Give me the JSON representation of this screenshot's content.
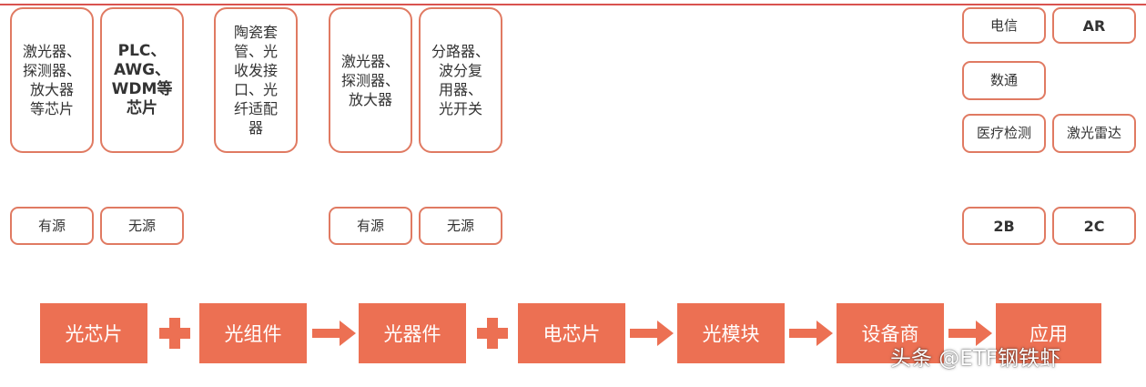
{
  "categories": {
    "optical_chip_types": "激光器、\n探测器、\n放大器\n等芯片",
    "passive_chip_types": "PLC、\nAWG、\nWDM等\n芯片",
    "component_types": "陶瓷套\n管、光\n收发接\n口、光\n纤适配\n器",
    "active_device_types": "激光器、\n探测器、\n放大器",
    "passive_device_types": "分路器、\n波分复\n用器、\n光开关"
  },
  "labels": {
    "active_1": "有源",
    "passive_1": "无源",
    "active_2": "有源",
    "passive_2": "无源"
  },
  "applications": {
    "telecom": "电信",
    "ar": "AR",
    "datacom": "数通",
    "medical": "医疗检测",
    "lidar": "激光雷达",
    "b2b": "2B",
    "b2c": "2C"
  },
  "flow": {
    "step1": "光芯片",
    "step2": "光组件",
    "step3": "光器件",
    "step4": "电芯片",
    "step5": "光模块",
    "step6": "设备商",
    "step7": "应用"
  },
  "watermark": "头条 @ETF钢铁虾",
  "colors": {
    "accent": "#ec7053",
    "border": "#e07a62",
    "top_line": "#d9534f"
  }
}
